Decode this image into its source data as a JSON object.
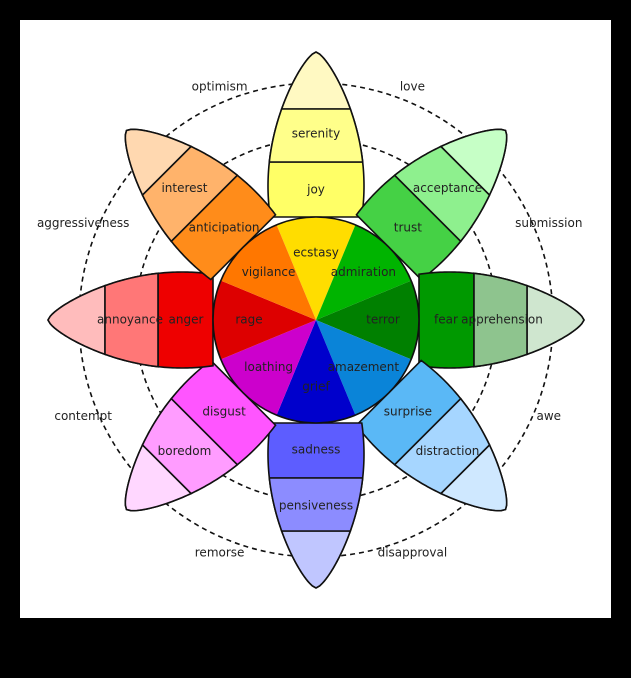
{
  "palette": {
    "background": "#000000",
    "panel": "#ffffff"
  },
  "emotions": [
    {
      "id": "joy",
      "outer": "serenity",
      "middle": "joy",
      "inner": "ecstasy",
      "colors": [
        "#fff9c2",
        "#ffff8a",
        "#ffff66",
        "#ffdd00"
      ]
    },
    {
      "id": "trust",
      "outer": "acceptance",
      "middle": "trust",
      "inner": "admiration",
      "colors": [
        "#c6ffc6",
        "#8ef08e",
        "#45d145",
        "#00b400"
      ]
    },
    {
      "id": "fear",
      "outer": "apprehension",
      "middle": "fear",
      "inner": "terror",
      "colors": [
        "#cfe6cf",
        "#8ec48e",
        "#009900",
        "#008000"
      ]
    },
    {
      "id": "surprise",
      "outer": "distraction",
      "middle": "surprise",
      "inner": "amazement",
      "colors": [
        "#cfe8ff",
        "#a6d6ff",
        "#5ab8f6",
        "#0a84d8"
      ]
    },
    {
      "id": "sadness",
      "outer": "pensiveness",
      "middle": "sadness",
      "inner": "grief",
      "colors": [
        "#c0c6ff",
        "#8c8cff",
        "#5d5dff",
        "#0000cc"
      ]
    },
    {
      "id": "disgust",
      "outer": "boredom",
      "middle": "disgust",
      "inner": "loathing",
      "colors": [
        "#ffd7ff",
        "#ff9cff",
        "#ff55ff",
        "#cc00cc"
      ]
    },
    {
      "id": "anger",
      "outer": "annoyance",
      "middle": "anger",
      "inner": "rage",
      "colors": [
        "#ffbcbc",
        "#ff7777",
        "#ee0000",
        "#dd0000"
      ]
    },
    {
      "id": "anticipation",
      "outer": "interest",
      "middle": "anticipation",
      "inner": "vigilance",
      "colors": [
        "#ffd8b0",
        "#ffb36b",
        "#ff8c1a",
        "#ff7700"
      ]
    }
  ],
  "dyads": [
    {
      "id": "love",
      "label": "love"
    },
    {
      "id": "submission",
      "label": "submission"
    },
    {
      "id": "awe",
      "label": "awe"
    },
    {
      "id": "disapproval",
      "label": "disapproval"
    },
    {
      "id": "remorse",
      "label": "remorse"
    },
    {
      "id": "contempt",
      "label": "contempt"
    },
    {
      "id": "aggressiveness",
      "label": "aggressiveness"
    },
    {
      "id": "optimism",
      "label": "optimism"
    }
  ]
}
